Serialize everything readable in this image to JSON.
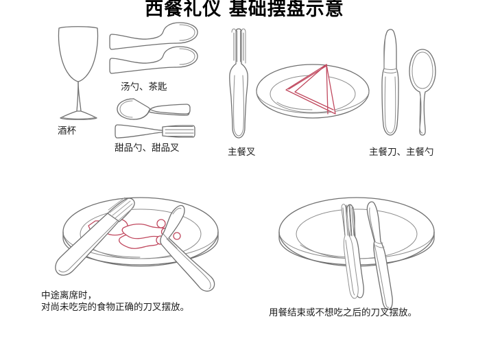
{
  "page": {
    "title": "西餐礼仪 基础摆盘示意",
    "background_color": "#ffffff",
    "text_color": "#1c1c1c",
    "line_color": "#6b6b6b",
    "accent_color": "#c0485e"
  },
  "top_row": {
    "items": [
      {
        "name": "wine-glass",
        "label": "酒杯",
        "icon": "wine-glass-icon"
      },
      {
        "name": "soup-spoon-teaspoon",
        "label": "汤勺、茶匙",
        "icon": "spoon-pair-icon"
      },
      {
        "name": "dessert-spoon-fork",
        "label": "甜品勺、甜品叉",
        "icon": "dessert-cutlery-icon"
      },
      {
        "name": "main-fork",
        "label": "主餐叉",
        "icon": "fork-icon"
      },
      {
        "name": "dinner-plate-napkin",
        "label": "",
        "icon": "plate-with-napkin-icon"
      },
      {
        "name": "main-knife-spoon",
        "label": "主餐刀、主餐勺",
        "icon": "knife-spoon-icon"
      }
    ]
  },
  "bottom_row": {
    "pause_setting": {
      "name": "pause-position",
      "caption_line1": "中途离席时，",
      "caption_line2": "对尚未吃完的食物正确的刀叉摆放。",
      "icon": "plate-crossed-cutlery-icon"
    },
    "finished_setting": {
      "name": "finished-position",
      "caption": "用餐结束或不想吃之后的刀叉摆放。",
      "icon": "plate-parallel-cutlery-icon"
    }
  }
}
